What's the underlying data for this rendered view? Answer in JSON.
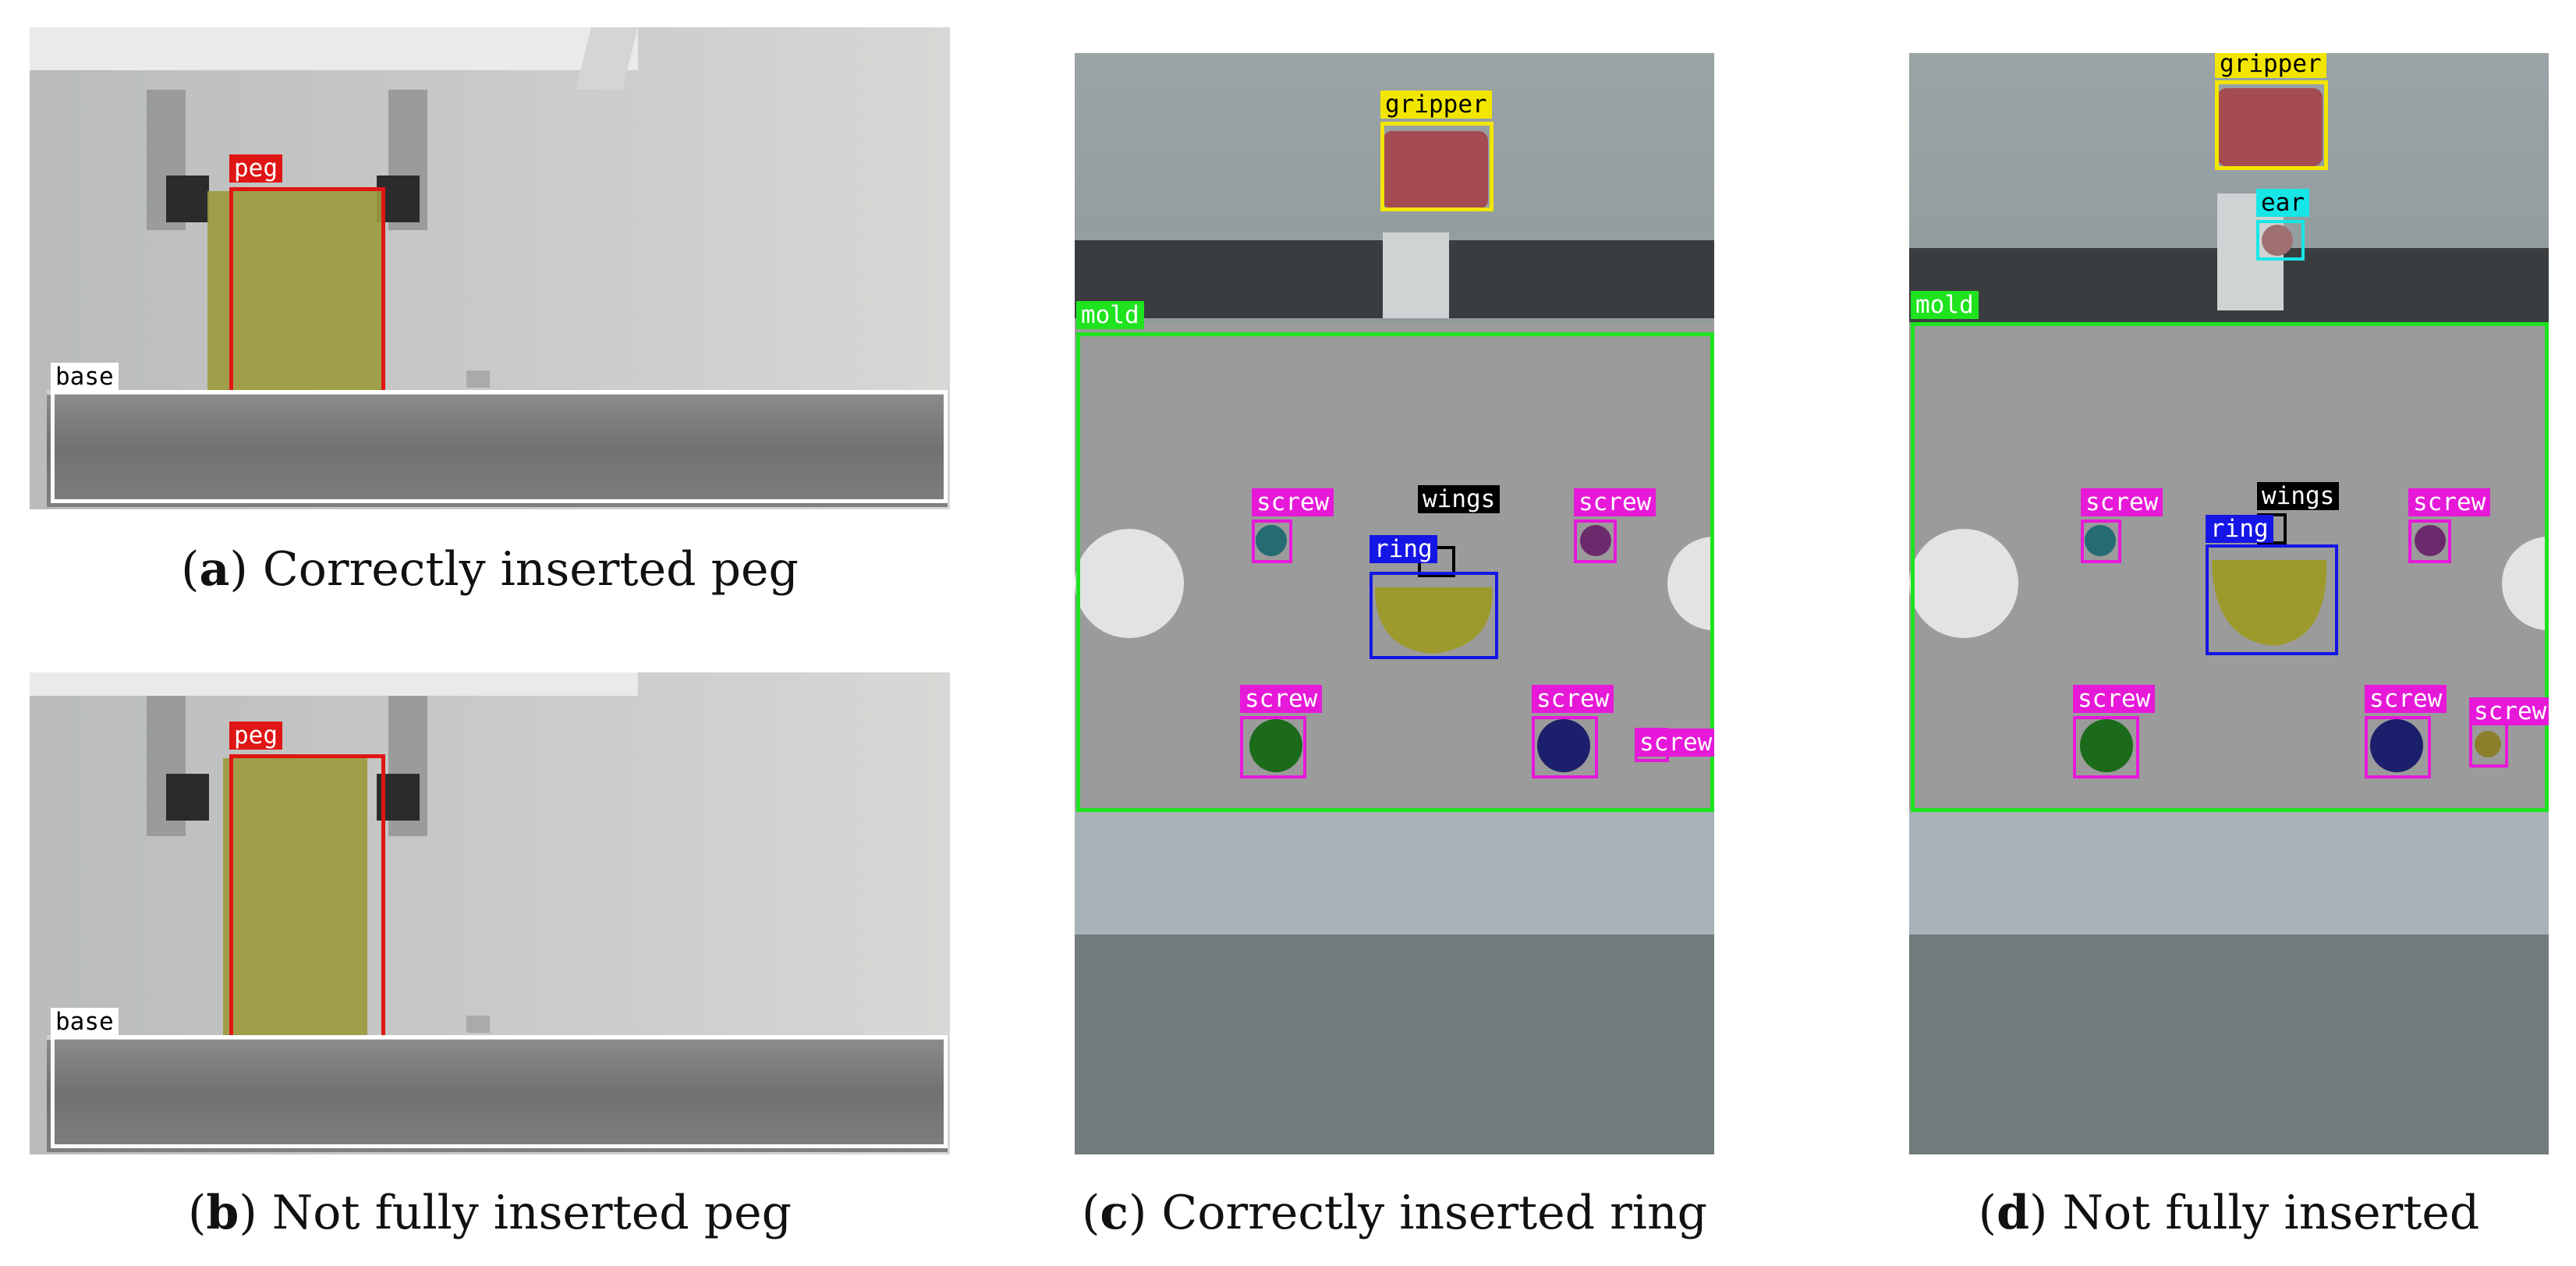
{
  "captions": {
    "a": {
      "letter": "a",
      "text": "Correctly inserted peg"
    },
    "b": {
      "letter": "b",
      "text": "Not fully inserted peg"
    },
    "c": {
      "letter": "c",
      "text": "Correctly inserted ring"
    },
    "d": {
      "letter": "d",
      "text": "Not fully inserted"
    }
  },
  "labels": {
    "peg": "peg",
    "base": "base",
    "gripper": "gripper",
    "mold": "mold",
    "screw": "screw",
    "wings": "wings",
    "ring": "ring",
    "ear": "ear"
  },
  "colors": {
    "peg": "#e01515",
    "base": "#ffffff",
    "gripper": "#f2e600",
    "mold": "#1ee31e",
    "screw": "#e619d8",
    "ring": "#1515e6",
    "wings": "#000000",
    "ear": "#18e6e6"
  }
}
